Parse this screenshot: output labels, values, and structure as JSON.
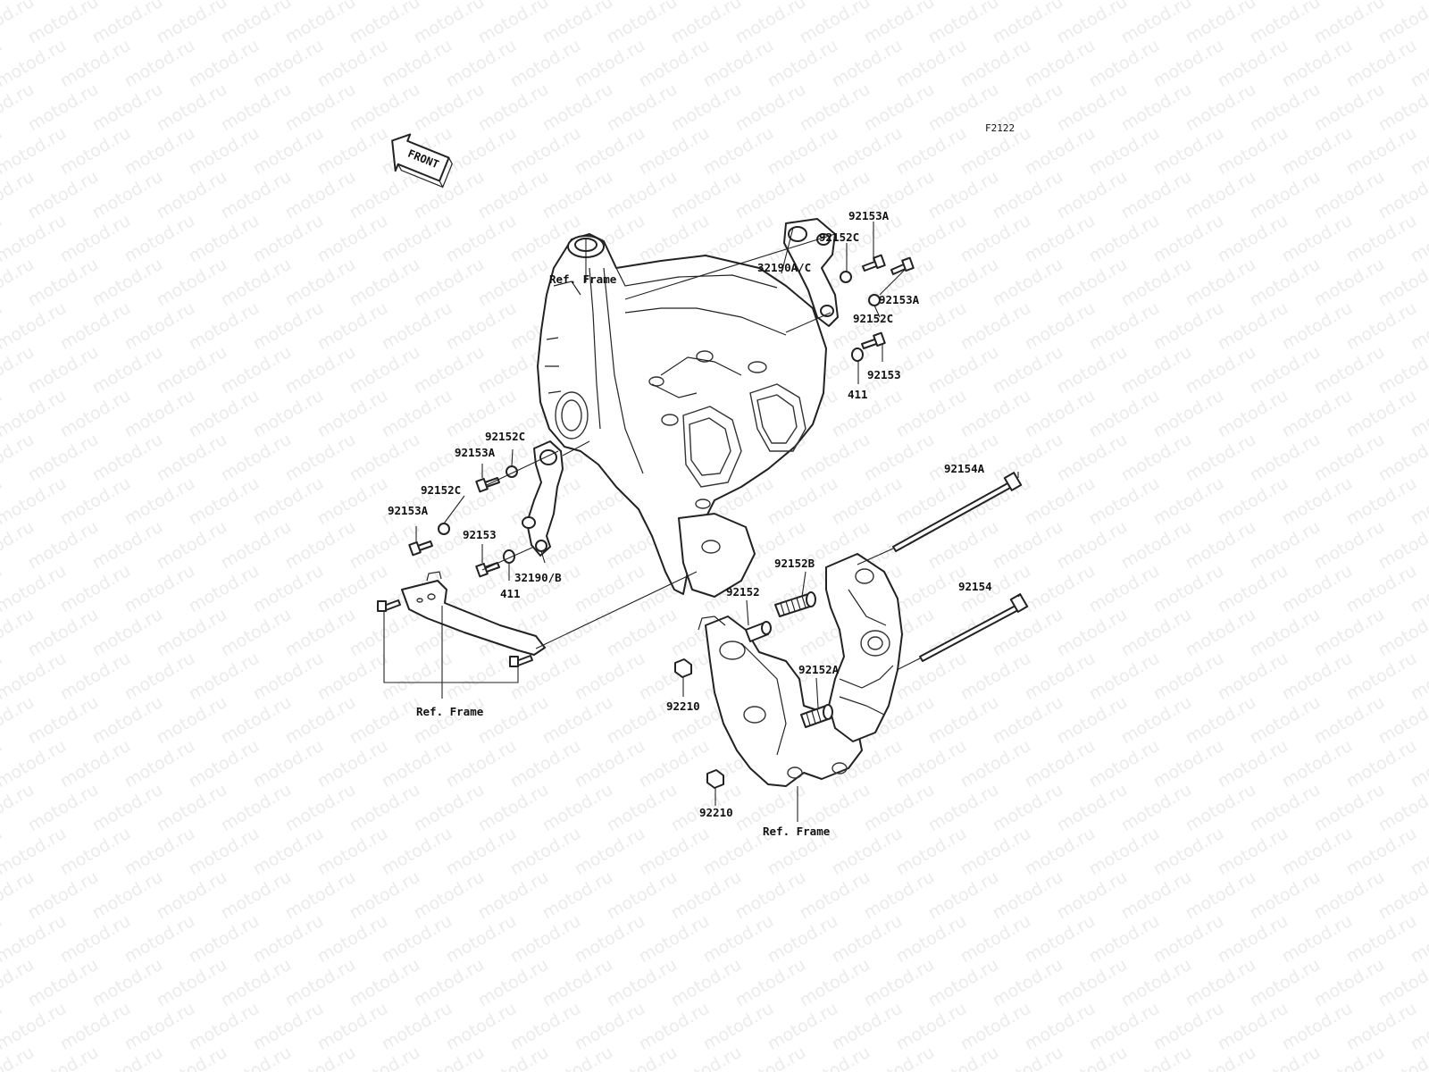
{
  "diagram_code": "F2122",
  "front_label": "FRONT",
  "watermark_text": "motod.ru",
  "callouts": {
    "ref_frame_top": "Ref. Frame",
    "ref_frame_left": "Ref. Frame",
    "ref_frame_bottom": "Ref. Frame",
    "p_92153A_a": "92153A",
    "p_92152C_a": "92152C",
    "p_32190AC": "32190A/C",
    "p_92153A_b": "92153A",
    "p_92152C_b": "92152C",
    "p_92153_right": "92153",
    "p_411_right": "411",
    "p_92152C_left1": "92152C",
    "p_92153A_left1": "92153A",
    "p_92152C_left2": "92152C",
    "p_92153A_left2": "92153A",
    "p_92153_left": "92153",
    "p_32190B": "32190/B",
    "p_411_left": "411",
    "p_92154A": "92154A",
    "p_92154": "92154",
    "p_92152B": "92152B",
    "p_92152": "92152",
    "p_92152A": "92152A",
    "p_92210_a": "92210",
    "p_92210_b": "92210"
  }
}
